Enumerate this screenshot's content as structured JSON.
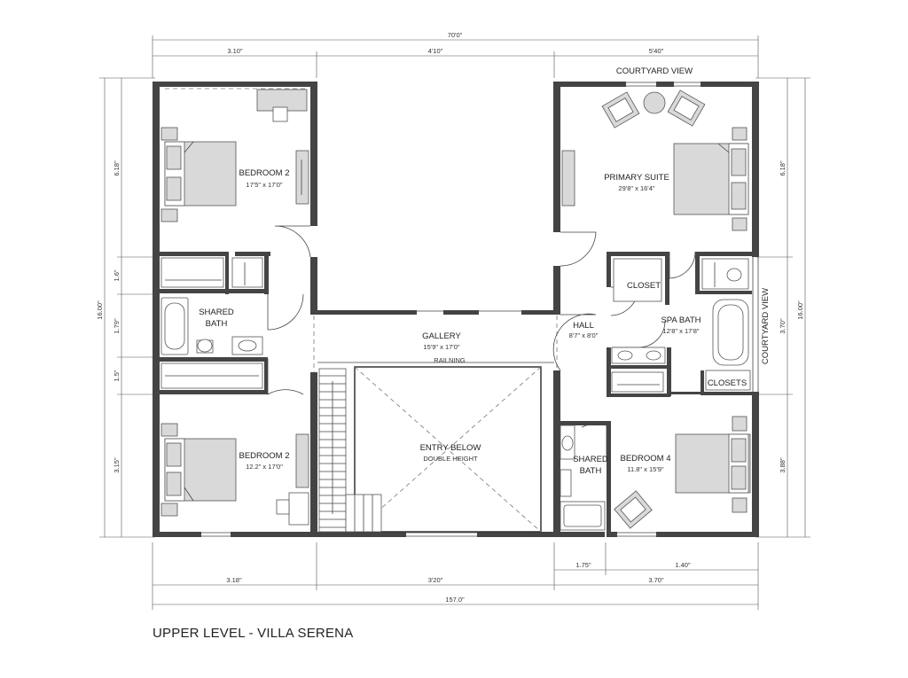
{
  "title": "UPPER LEVEL - VILLA SERENA",
  "dimensions": {
    "top_total": "70'0\"",
    "top_left": "3.10\"",
    "top_mid": "4'10\"",
    "top_right": "5'40\"",
    "left_total": "16.00\"",
    "left_1": "6.18\"",
    "left_2": "1.6\"",
    "left_3": "1.79\"",
    "left_4": "1.5\"",
    "left_5": "3.15\"",
    "right_total": "16.00\"",
    "right_1": "6.18\"",
    "right_2": "3.70\"",
    "right_3": "3.88\"",
    "bottom_left": "3.18\"",
    "bottom_mid": "3'20\"",
    "bottom_r1": "1.75\"",
    "bottom_r2": "1.40\"",
    "bottom_r3": "3.70\"",
    "bottom_total": "157.0\""
  },
  "rooms": {
    "bedroom_top": {
      "name": "BEDROOM 2",
      "size": "17'5\" x 17'0\""
    },
    "shared_bath_left": {
      "name1": "SHARED",
      "name2": "BATH"
    },
    "bedroom_bottom": {
      "name": "BEDROOM 2",
      "size": "12.2\" x 17'0\""
    },
    "gallery": {
      "name": "GALLERY",
      "size": "15'9\" x 17'0\""
    },
    "railing": "RAILNING",
    "entry": {
      "name": "ENTRY BELOW",
      "sub": "DOUBLE HEIGHT"
    },
    "primary": {
      "name": "PRIMARY SUITE",
      "size": "29'8\" x 16'4\""
    },
    "courtyard_top": "COURTYARD VIEW",
    "courtyard_side": "COURTYARD VIEW",
    "closet": "CLOSET",
    "hall": {
      "name": "HALL",
      "size": "8'7\" x 8'0\""
    },
    "spa_bath": {
      "name": "SPA BATH",
      "size": "12'8\" x 17'8\""
    },
    "closets": "CLOSETS",
    "shared_bath_right": {
      "name1": "SHARED",
      "name2": "BATH"
    },
    "bedroom4": {
      "name": "BEDROOM 4",
      "size": "11.8\" x 15'9\""
    }
  }
}
